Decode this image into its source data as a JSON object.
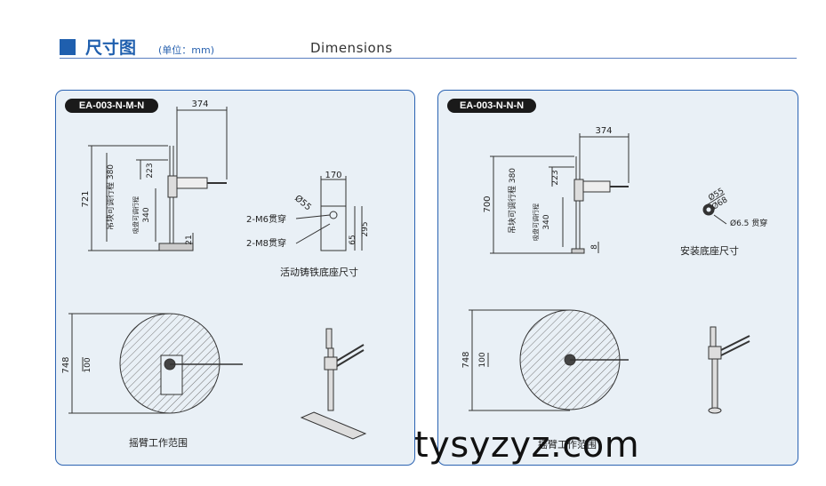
{
  "header": {
    "title": "尺寸图",
    "unit": "(单位：mm)",
    "english": "Dimensions",
    "accent_color": "#1f5fae"
  },
  "panel_left": {
    "model": "EA-003-N-M-N",
    "dims": {
      "reach": "374",
      "total_height": "721",
      "adjust_range": "吊块可调行程 380",
      "upper": "223",
      "lower_label": "吸盘可调行程",
      "lower": "340",
      "base_h": "21",
      "base_w": "170",
      "dia": "Ø55",
      "h1": "65",
      "h2": "295"
    },
    "labels": {
      "m6": "2-M6贯穿",
      "m8": "2-M8贯穿",
      "base_caption": "活动铸铁底座尺寸",
      "swing_caption": "摇臂工作范围",
      "swing_dia": "748",
      "swing_inner": "100"
    }
  },
  "panel_right": {
    "model": "EA-003-N-N-N",
    "dims": {
      "reach": "374",
      "total_height": "700",
      "adjust_range": "吊块可调行程 380",
      "upper": "223",
      "lower_label": "吸盘可调行程",
      "lower": "340",
      "base_h": "8",
      "d55": "Ø55",
      "d68": "Ø68",
      "hole": "Ø6.5 贯穿"
    },
    "labels": {
      "mount_caption": "安装底座尺寸",
      "swing_caption": "摇臂工作范围",
      "swing_dia": "748",
      "swing_inner": "100"
    }
  },
  "watermark": "tysyzyz.com"
}
